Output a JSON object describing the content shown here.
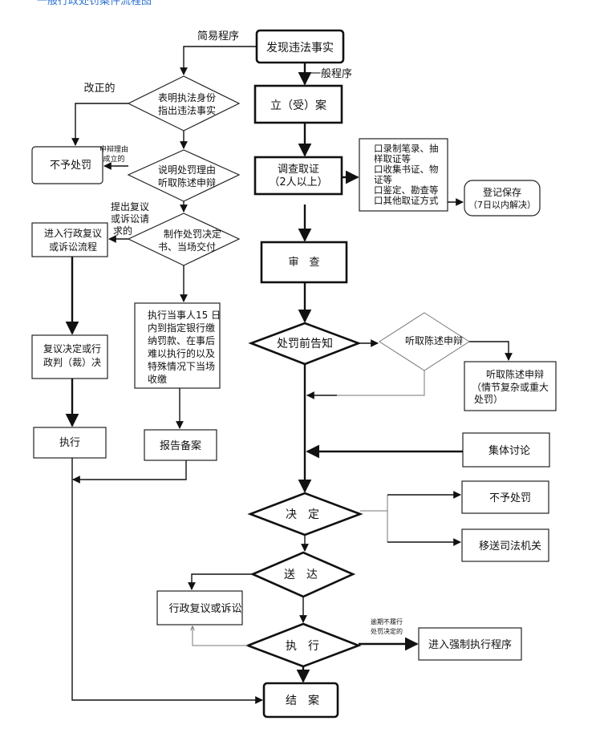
{
  "header": {
    "title_fragment": "一般行政处罚案件流程图"
  },
  "nodes": {
    "discover": "发现违法事实",
    "simple_label": "简易程序",
    "general_label": "一般程序",
    "identity_1": "表明执法身份",
    "identity_2": "指出违法事实",
    "corrected_label": "改正的",
    "no_penalty_left": "不予处罚",
    "defense_1": "申辩理由",
    "defense_2": "成立的",
    "explain_1": "说明处罚理由",
    "explain_2": "听取陈述申辩",
    "apply_1": "提出复议",
    "apply_2": "或诉讼请",
    "apply_3": "求的",
    "decision_1": "制作处罚决定",
    "decision_2": "书、当场交付",
    "review_flow_1": "进入行政复议",
    "review_flow_2": "或诉讼流程",
    "pay_1": "执行当事人15 日",
    "pay_2": "内到指定银行缴",
    "pay_3": "纳罚款、在事后",
    "pay_4": "难以执行的以及",
    "pay_5": "特殊情况下当场",
    "pay_6": "收缴",
    "result_1": "复议决定或行",
    "result_2": "政判（裁）决",
    "execute_left": "执行",
    "report": "报告备案",
    "register": "立（受）案",
    "investigate_1": "调查取证",
    "investigate_2": "（2人以上）",
    "evidence_1": "口录制笔录、抽",
    "evidence_2": "样取证等",
    "evidence_3": "口收集书证、物",
    "evidence_4": "证等",
    "evidence_5": "口鉴定、勘查等",
    "evidence_6": "口其他取证方式",
    "preserve_1": "登记保存",
    "preserve_2": "（7日以内解决）",
    "review": "审　查",
    "pre_notice": "处罚前告知",
    "hear": "听取陈述申辩",
    "hearing_1": "听取陈述申辩",
    "hearing_2": "（情节复杂或重大",
    "hearing_3": "处罚）",
    "collective": "集体讨论",
    "decide": "决　定",
    "no_penalty_right": "不予处罚",
    "transfer": "移送司法机关",
    "deliver": "送　达",
    "reconsider": "行政复议或诉讼",
    "execute": "执　行",
    "overdue_1": "逾期不履行",
    "overdue_2": "处罚决定的",
    "enforce": "进入强制执行程序",
    "close": "结　案"
  }
}
